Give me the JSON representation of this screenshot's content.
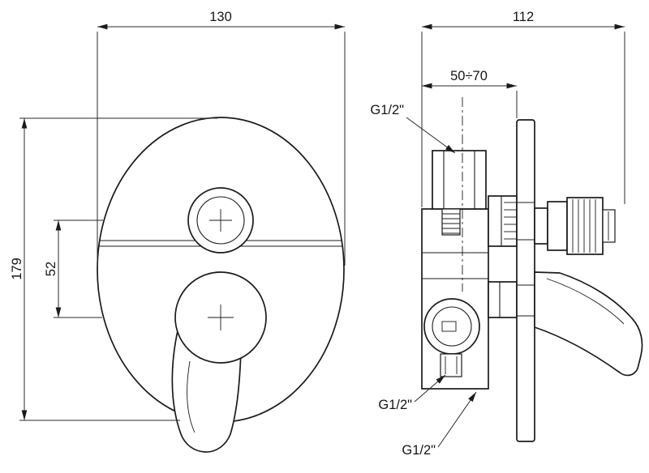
{
  "drawing": {
    "type": "technical-dimension-drawing",
    "subject": "concealed-shower-mixer",
    "style": {
      "line_color": "#1b1b1b",
      "background": "#ffffff"
    },
    "front_view": {
      "width": "130",
      "height": "179",
      "center_offset": "52"
    },
    "side_view": {
      "depth": "112",
      "install_range": "50÷70",
      "thread_top": "G1/2\"",
      "thread_front": "G1/2\"",
      "thread_bottom": "G1/2\""
    }
  }
}
